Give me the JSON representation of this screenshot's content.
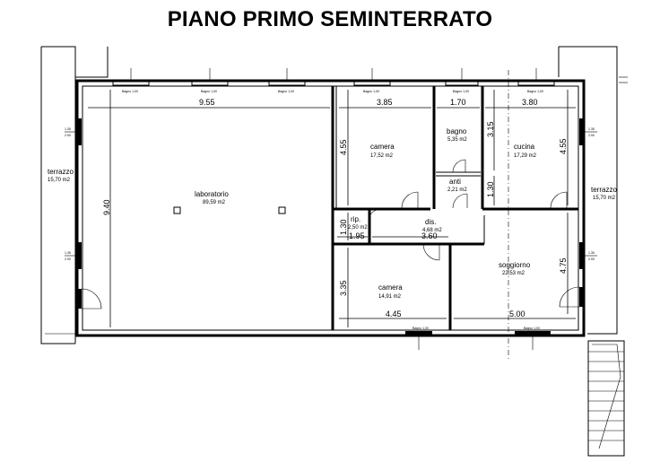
{
  "title": "PIANO PRIMO SEMINTERRATO",
  "rooms": {
    "laboratorio": {
      "name": "laboratorio",
      "area": "89,59 m2"
    },
    "camera_top": {
      "name": "camera",
      "area": "17,52 m2"
    },
    "bagno": {
      "name": "bagno",
      "area": "5,35 m2"
    },
    "anti": {
      "name": "anti",
      "area": "2,21 m2"
    },
    "cucina": {
      "name": "cucina",
      "area": "17,29 m2"
    },
    "terrazzo_left": {
      "name": "terrazzo",
      "area": "15,70 m2"
    },
    "terrazzo_right": {
      "name": "terrazzo",
      "area": "15,70 m2"
    },
    "rip": {
      "name": "rip.",
      "area": "2,50 m2"
    },
    "dis": {
      "name": "dis.",
      "area": "4,68 m2"
    },
    "soggiorno": {
      "name": "soggiorno",
      "area": "22,53 m2"
    },
    "camera_bottom": {
      "name": "camera",
      "area": "14,91 m2"
    }
  },
  "dimensions": {
    "lab_width": "9.55",
    "lab_height": "9.40",
    "camera_top_width": "3.85",
    "camera_top_height": "4.55",
    "bagno_width": "1.70",
    "bagno_height": "3.15",
    "anti_height": "1.30",
    "cucina_width": "3.80",
    "cucina_height": "4.55",
    "rip_height": "1.30",
    "rip_width": "1.95",
    "dis_width": "3.60",
    "camera_bottom_width": "4.45",
    "camera_bottom_height": "3.35",
    "soggiorno_width": "5.00",
    "soggiorno_height": "4.75"
  },
  "window_label": "Bagno 1,00",
  "window_dims": {
    "w": "1.35",
    "h": "2.90"
  }
}
